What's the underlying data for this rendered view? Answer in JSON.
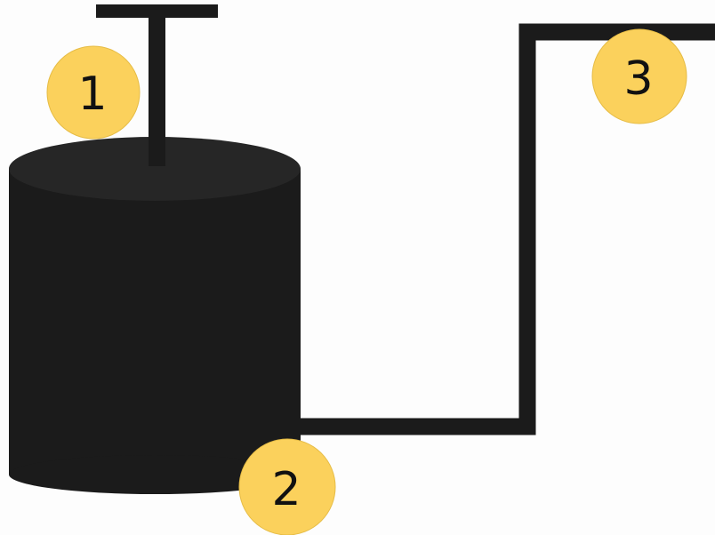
{
  "colors": {
    "background": "#fdfdfd",
    "shape": "#1b1b1b",
    "lid": "#262626",
    "marker_fill": "#fbd15c",
    "marker_text": "#111111"
  },
  "markers": [
    {
      "label": "1"
    },
    {
      "label": "2"
    },
    {
      "label": "3"
    }
  ]
}
